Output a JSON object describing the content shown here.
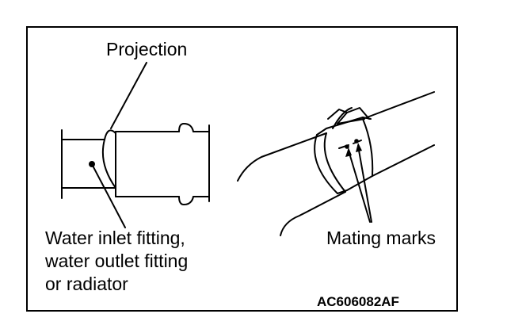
{
  "labels": {
    "projection": "Projection",
    "fitting_line1": "Water inlet fitting,",
    "fitting_line2": "water outlet fitting",
    "fitting_line3": "or radiator",
    "mating_marks": "Mating marks",
    "figure_code": "AC606082AF"
  },
  "colors": {
    "ink": "#000000",
    "paper": "#ffffff"
  }
}
